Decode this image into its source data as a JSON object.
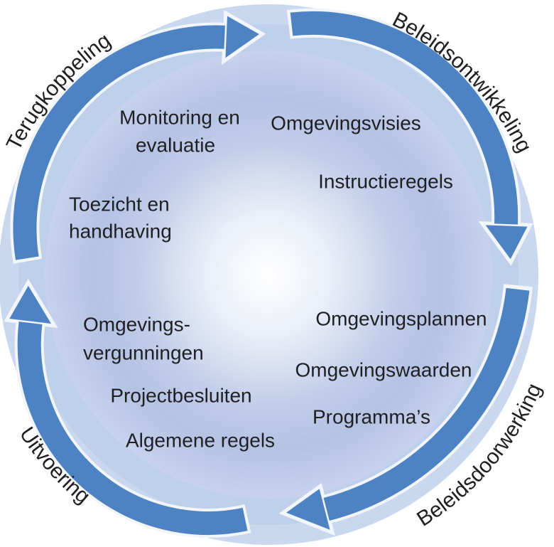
{
  "colors": {
    "page-bg": "#ffffff",
    "circle-outer": "#c9d7ef",
    "circle-ring": "#bed0ea",
    "sphere-0": "#ffffff",
    "sphere-1": "#e9eef8",
    "sphere-2": "#c2cde9",
    "sphere-3": "#b4c2e3",
    "sphere-4": "#c8d2ed",
    "arrow-fill": "#4d82c3",
    "arrow-outline": "#f2f6fb",
    "label-color": "#1e1f22"
  },
  "phases": [
    {
      "id": "terugkoppeling",
      "label": "Terugkoppeling",
      "items": [
        {
          "lines": [
            "Monitoring en",
            "evaluatie"
          ]
        },
        {
          "lines": [
            "Toezicht en",
            "handhaving"
          ]
        }
      ]
    },
    {
      "id": "beleidsontwikkeling",
      "label": "Beleidsontwikkeling",
      "items": [
        {
          "lines": [
            "Omgevingsvisies"
          ]
        },
        {
          "lines": [
            "Instructieregels"
          ]
        }
      ]
    },
    {
      "id": "beleidsdoorwerking",
      "label": "Beleidsdoorwerking",
      "items": [
        {
          "lines": [
            "Omgevingsplannen"
          ]
        },
        {
          "lines": [
            "Omgevingswaarden"
          ]
        },
        {
          "lines": [
            "Programma’s"
          ]
        }
      ]
    },
    {
      "id": "uitvoering",
      "label": "Uitvoering",
      "items": [
        {
          "lines": [
            "Omgevings-",
            "vergunningen"
          ]
        },
        {
          "lines": [
            "Projectbesluiten"
          ]
        },
        {
          "lines": [
            "Algemene regels"
          ]
        }
      ]
    }
  ]
}
